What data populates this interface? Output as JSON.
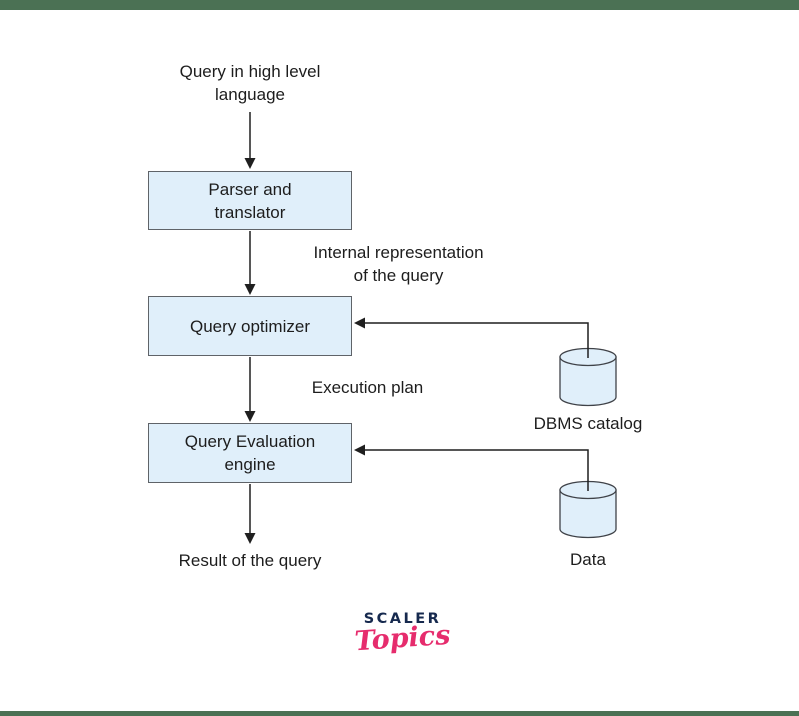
{
  "colors": {
    "accent_green": "#4b7154",
    "node_fill": "#e0effa",
    "node_border": "#5f6368",
    "line": "#1f1f1f",
    "text": "#1d1d1d",
    "logo_navy": "#16294e",
    "logo_pink": "#e62c6d"
  },
  "diagram": {
    "input_label": "Query in high level\nlanguage",
    "nodes": [
      {
        "id": "parser",
        "label": "Parser and\ntranslator"
      },
      {
        "id": "optimizer",
        "label": "Query optimizer"
      },
      {
        "id": "evaluation",
        "label": "Query Evaluation\nengine"
      }
    ],
    "edge_labels": {
      "internal_representation": "Internal representation\nof the query",
      "execution_plan": "Execution plan"
    },
    "result_label": "Result of the query",
    "stores": [
      {
        "id": "dbms_catalog",
        "label": "DBMS catalog"
      },
      {
        "id": "data",
        "label": "Data"
      }
    ]
  },
  "branding": {
    "logo_line1": "SCALER",
    "logo_line2": "Topics"
  }
}
